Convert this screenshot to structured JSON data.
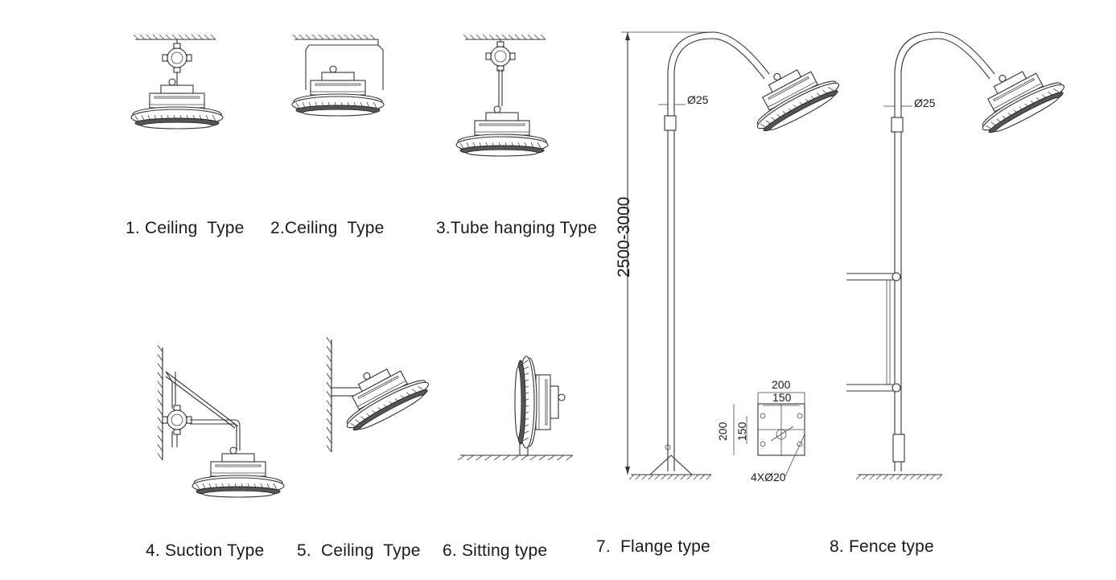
{
  "labels": {
    "item1": "1. Ceiling  Type",
    "item2": "2.Ceiling  Type",
    "item3": "3.Tube hanging Type",
    "item4": "4. Suction Type",
    "item5": "5.  Ceiling  Type",
    "item6": "6. Sitting type",
    "item7": "7.  Flange type",
    "item8": "8. Fence type"
  },
  "dimensions": {
    "pole_height": "2500-3000",
    "pole_diameter_7": "Ø25",
    "pole_diameter_8": "Ø25",
    "flange_outer_w": "200",
    "flange_inner_w": "150",
    "flange_outer_h": "200",
    "flange_inner_h": "150",
    "flange_holes": "4XØ20"
  }
}
